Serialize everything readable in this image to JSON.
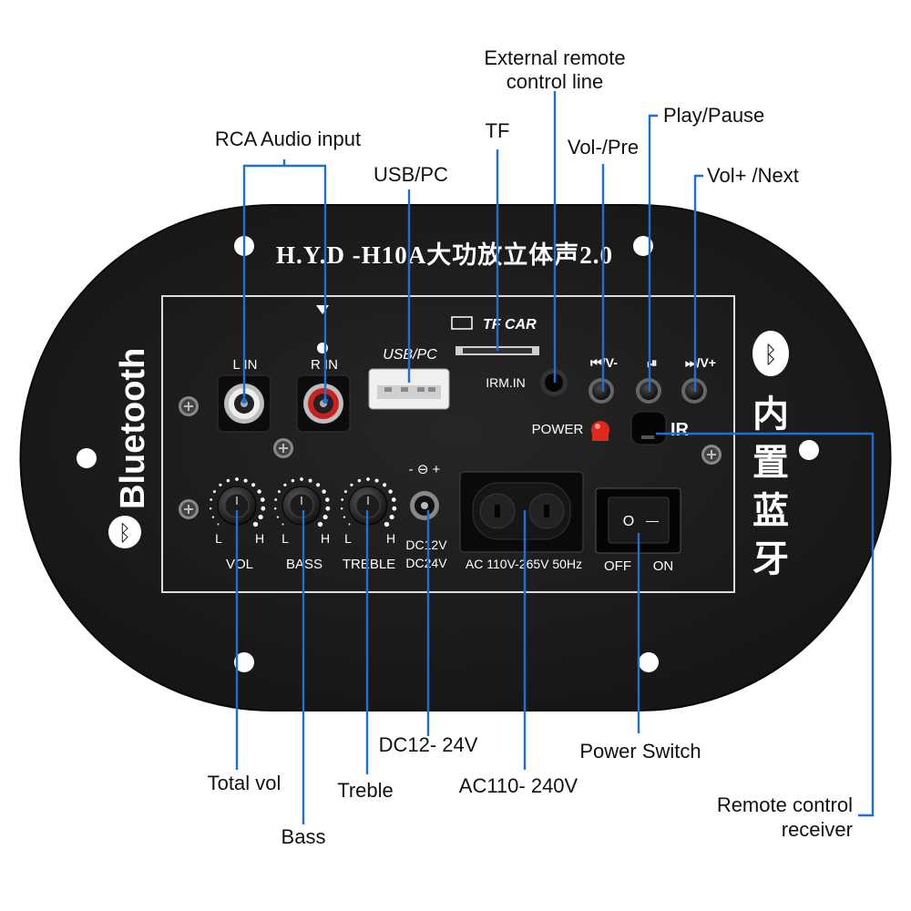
{
  "panel": {
    "model_title": "H.Y.D -H10A大功放立体声2.0",
    "bluetooth_vertical": "Bluetooth",
    "builtin_bt_cn": [
      "内",
      "置",
      "蓝",
      "牙"
    ],
    "tf_label": "TF CAR",
    "usb_label": "USB/PC",
    "lin": "L IN",
    "rin": "R IN",
    "irm_in": "IRM.IN",
    "power": "POWER",
    "ir": "IR",
    "btn_prev": "⏮/V-",
    "btn_play": "⏯",
    "btn_next": "⏭/V+",
    "knob_l": "L",
    "knob_h": "H",
    "vol": "VOL",
    "bass": "BASS",
    "treble": "TREBLE",
    "dc_symbol": "- ⊖ +",
    "dc_l1": "DC12V",
    "dc_l2": "DC24V",
    "ac_label": "AC 110V-265V  50Hz",
    "off": "OFF",
    "on": "ON",
    "switch_o": "O",
    "switch_dash": "—"
  },
  "callouts": {
    "rca": "RCA Audio input",
    "usb": "USB/PC",
    "tf": "TF",
    "ext1": "External remote",
    "ext2": "control line",
    "volpre": "Vol-/Pre",
    "playpause": "Play/Pause",
    "volnext": "Vol+ /Next",
    "totalvol": "Total vol",
    "bass": "Bass",
    "treble": "Treble",
    "dc": "DC12- 24V",
    "ac": "AC110- 240V",
    "pswitch": "Power Switch",
    "rcr1": "Remote control",
    "rcr2": "receiver"
  },
  "colors": {
    "board": "#1b1b1b",
    "leader": "#1f6fd1",
    "power_led": "#e0281e",
    "rca_right_ring": "#cc1f1f",
    "rca_left_ring": "#e8e8e8"
  }
}
